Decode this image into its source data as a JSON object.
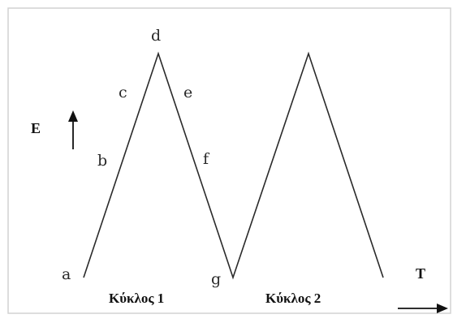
{
  "diagram": {
    "axes": {
      "y_label": "E",
      "x_label": "T"
    },
    "points": {
      "a": "a",
      "b": "b",
      "c": "c",
      "d": "d",
      "e": "e",
      "f": "f",
      "g": "g"
    },
    "cycles": [
      {
        "label": "Κύκλος 1"
      },
      {
        "label": "Κύκλος 2"
      }
    ]
  }
}
